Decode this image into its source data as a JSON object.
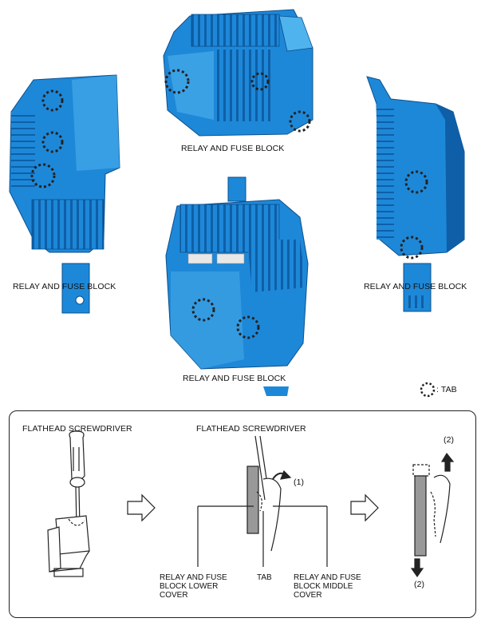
{
  "colors": {
    "part_fill": "#1e88d8",
    "part_dark": "#0e5fa8",
    "part_light": "#4fb3ee",
    "tab_marker": "#222222"
  },
  "views": {
    "top_center_label": "RELAY AND FUSE BLOCK",
    "left_label": "RELAY AND FUSE BLOCK",
    "right_label": "RELAY AND FUSE BLOCK",
    "bottom_center_label": "RELAY AND FUSE BLOCK"
  },
  "legend": {
    "icon": "dashed-circle-icon",
    "text": ": TAB"
  },
  "procedure": {
    "step1_tool_label": "FLATHEAD SCREWDRIVER",
    "step2_tool_label": "FLATHEAD SCREWDRIVER",
    "step2_callout": "(1)",
    "step3_callout_up": "(2)",
    "step3_callout_down": "(2)",
    "lower_cover_label": [
      "RELAY AND FUSE",
      "BLOCK LOWER",
      "COVER"
    ],
    "tab_label": "TAB",
    "middle_cover_label": [
      "RELAY AND FUSE",
      "BLOCK MIDDLE",
      "COVER"
    ]
  }
}
